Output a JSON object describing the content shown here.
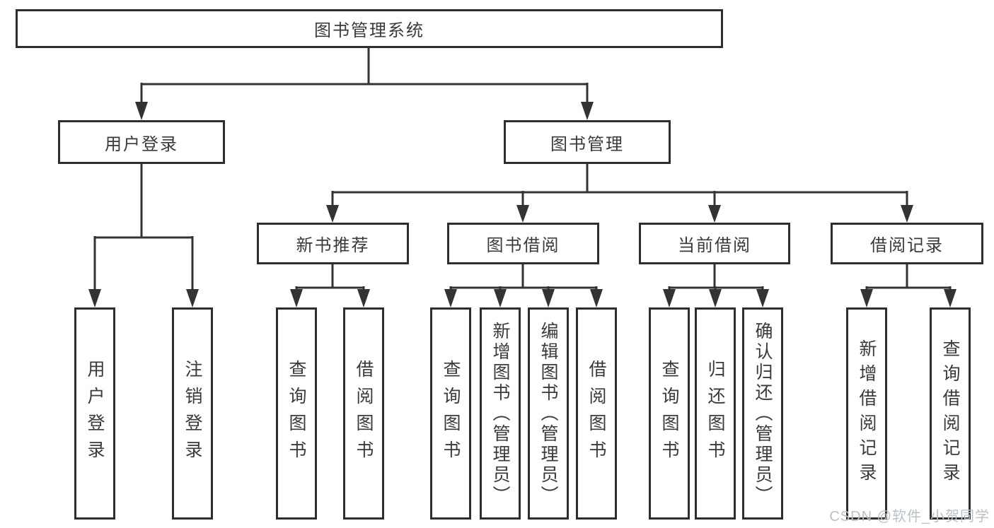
{
  "diagram": {
    "type": "hierarchy-tree",
    "watermark": "CSDN @软件_小贺同学",
    "colors": {
      "background": "#ffffff",
      "line": "#333333",
      "box_border": "#2e2e2e",
      "text": "#3a3a3a",
      "watermark": "#b9c0c8"
    },
    "nodes": {
      "root": "图书管理系统",
      "user_login": "用户登录",
      "book_mgmt": "图书管理",
      "new_book_rec": "新书推荐",
      "book_borrow": "图书借阅",
      "current_borrow": "当前借阅",
      "borrow_records": "借阅记录",
      "leaf_login": "用户登录",
      "leaf_logout": "注销登录",
      "leaf_rec_query": "查询图书",
      "leaf_rec_borrow": "借阅图书",
      "leaf_bb_query": "查询图书",
      "leaf_bb_add": "新增图书（管理员）",
      "leaf_bb_edit": "编辑图书（管理员）",
      "leaf_bb_borrow": "借阅图书",
      "leaf_cb_query": "查询图书",
      "leaf_cb_return": "归还图书",
      "leaf_cb_confirm": "确认归还（管理员）",
      "leaf_br_add": "新增借阅记录",
      "leaf_br_query": "查询借阅记录"
    }
  }
}
